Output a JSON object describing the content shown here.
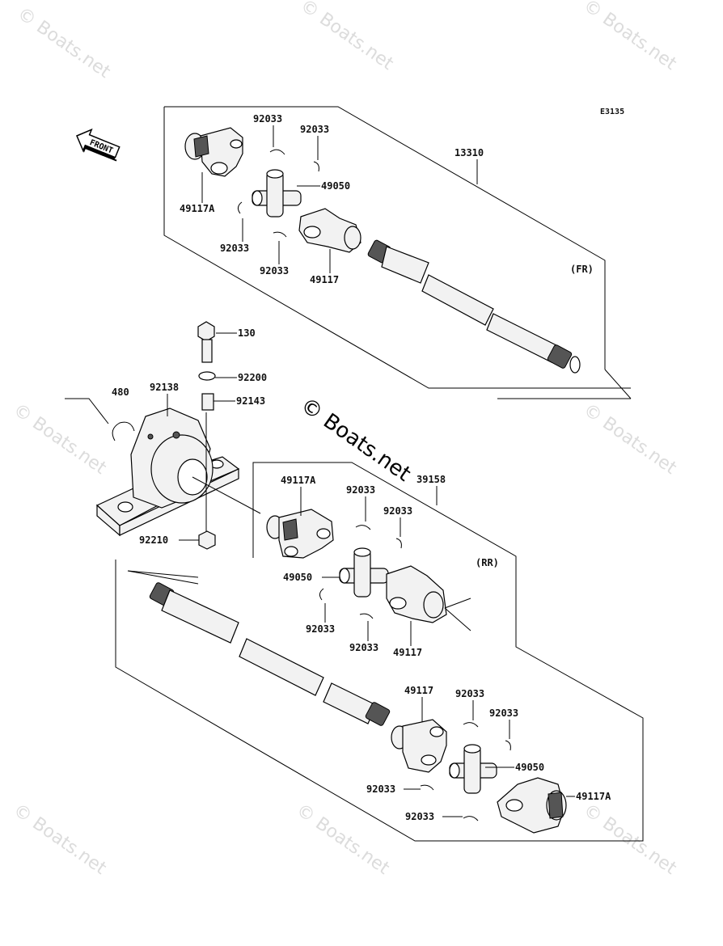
{
  "diagram_code": "E3135",
  "front_arrow_label": "FRONT",
  "watermarks": [
    "© Boats.net",
    "© Boats.net",
    "© Boats.net",
    "© Boats.net",
    "© Boats.net",
    "© Boats.net",
    "© Boats.net",
    "© Boats.net"
  ],
  "center_watermark": "© Boats.net",
  "front_group": {
    "assembly": "13310",
    "position": "(FR)",
    "labels": {
      "ring_top_left": "92033",
      "ring_top_right": "92033",
      "cross": "49050",
      "yoke_a": "49117A",
      "ring_bottom_left": "92033",
      "ring_bottom_right": "92033",
      "yoke": "49117"
    }
  },
  "bearing_group": {
    "bolt": "130",
    "washer": "92200",
    "collar": "92143",
    "housing": "92138",
    "circlip": "480",
    "nut": "92210"
  },
  "rear_group": {
    "assembly": "39158",
    "position": "(RR)",
    "labels": {
      "yoke_a_top": "49117A",
      "ring_1": "92033",
      "ring_2": "92033",
      "cross_top": "49050",
      "ring_3": "92033",
      "ring_4": "92033",
      "yoke_top": "49117",
      "yoke_bottom": "49117",
      "ring_5": "92033",
      "ring_6": "92033",
      "cross_bottom": "49050",
      "ring_7": "92033",
      "yoke_a_bottom": "49117A",
      "ring_8": "92033"
    }
  }
}
